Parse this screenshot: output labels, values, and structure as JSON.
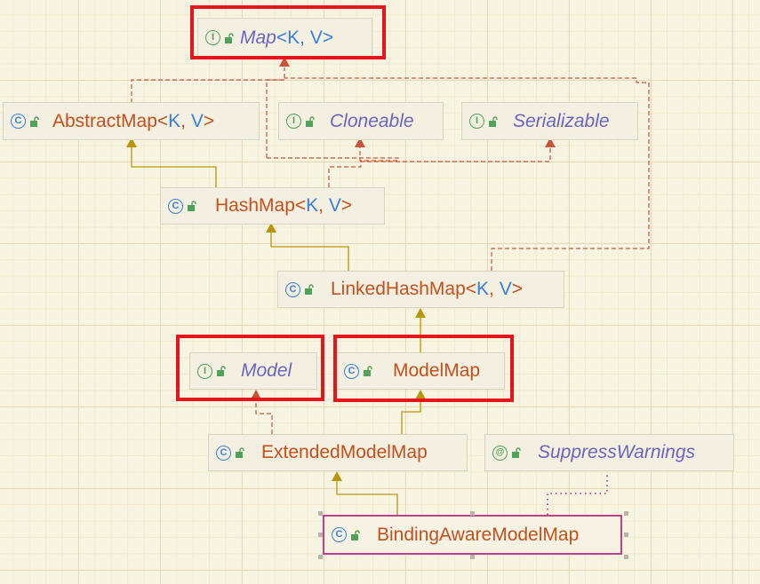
{
  "diagram": {
    "nodes": {
      "map": {
        "kind": "I",
        "name": "Map",
        "generic": "<K, V>",
        "type": "interface"
      },
      "abstract_map": {
        "kind": "C",
        "name": "AbstractMap",
        "generic": "<K, V>",
        "type": "class"
      },
      "cloneable": {
        "kind": "I",
        "name": "Cloneable",
        "type": "interface"
      },
      "serializable": {
        "kind": "I",
        "name": "Serializable",
        "type": "interface"
      },
      "hash_map": {
        "kind": "C",
        "name": "HashMap",
        "generic": "<K, V>",
        "type": "class"
      },
      "linked_hash_map": {
        "kind": "C",
        "name": "LinkedHashMap",
        "generic": "<K, V>",
        "type": "class"
      },
      "model": {
        "kind": "I",
        "name": "Model",
        "type": "interface"
      },
      "model_map": {
        "kind": "C",
        "name": "ModelMap",
        "type": "class"
      },
      "extended_model_map": {
        "kind": "C",
        "name": "ExtendedModelMap",
        "type": "class"
      },
      "suppress_warnings": {
        "kind": "@",
        "name": "SuppressWarnings",
        "type": "annotation"
      },
      "binding_aware_model_map": {
        "kind": "C",
        "name": "BindingAwareModelMap",
        "type": "class"
      }
    },
    "edges": [
      {
        "from": "abstract_map",
        "to": "map",
        "relation": "implements"
      },
      {
        "from": "hash_map",
        "to": "abstract_map",
        "relation": "extends"
      },
      {
        "from": "hash_map",
        "to": "map",
        "relation": "implements"
      },
      {
        "from": "hash_map",
        "to": "cloneable",
        "relation": "implements"
      },
      {
        "from": "hash_map",
        "to": "serializable",
        "relation": "implements"
      },
      {
        "from": "linked_hash_map",
        "to": "hash_map",
        "relation": "extends"
      },
      {
        "from": "linked_hash_map",
        "to": "map",
        "relation": "implements"
      },
      {
        "from": "model_map",
        "to": "linked_hash_map",
        "relation": "extends"
      },
      {
        "from": "extended_model_map",
        "to": "model_map",
        "relation": "extends"
      },
      {
        "from": "extended_model_map",
        "to": "model",
        "relation": "implements"
      },
      {
        "from": "binding_aware_model_map",
        "to": "extended_model_map",
        "relation": "extends"
      },
      {
        "from": "binding_aware_model_map",
        "to": "suppress_warnings",
        "relation": "annotated-with"
      }
    ],
    "highlighted": [
      "map",
      "model",
      "model_map"
    ],
    "selected": "binding_aware_model_map",
    "colors": {
      "extends": "#b8960c",
      "implements": "#c9533a",
      "annotation": "#c0408a",
      "highlight": "#e8141c",
      "class_name": "#c5501c",
      "interface_name": "#6b64c0",
      "generic": "#3a7fd8"
    }
  }
}
